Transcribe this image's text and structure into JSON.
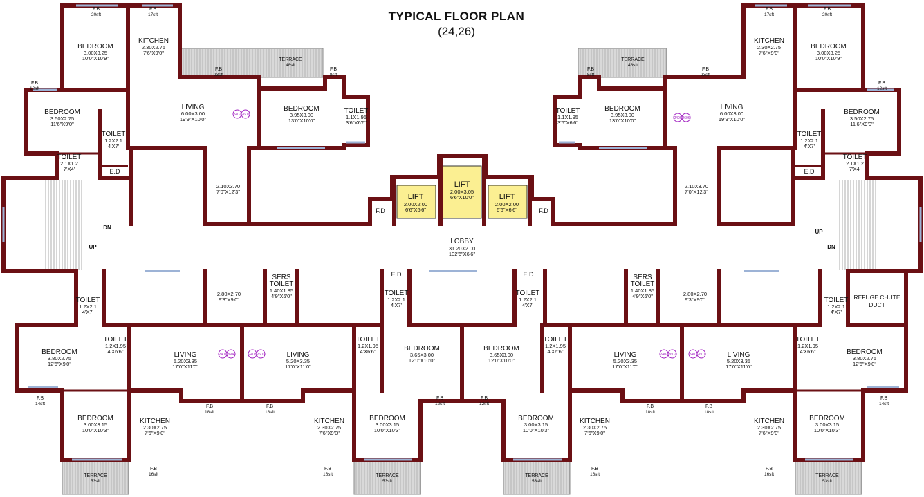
{
  "title": "TYPICAL FLOOR PLAN",
  "subtitle": "(24,26)",
  "lobby": {
    "name": "LOBBY",
    "dim": "31.20X2.00",
    "ft": "102'6\"X6'6\""
  },
  "lifts": [
    {
      "name": "LIFT",
      "dim": "2.00X2.00",
      "ft": "6'6\"X6'6\""
    },
    {
      "name": "LIFT",
      "dim": "2.00X3.05",
      "ft": "6'6\"X10'0\""
    },
    {
      "name": "LIFT",
      "dim": "2.00X2.00",
      "ft": "6'6\"X6'6\""
    }
  ],
  "refuge": {
    "line1": "REFUGE CHUTE",
    "line2": "DUCT"
  },
  "labels": {
    "fd": "F.D",
    "ed": "E.D",
    "fb": "F.B",
    "terrace": "TERRACE",
    "up": "UP",
    "dn": "DN"
  },
  "rooms": [
    {
      "name": "BEDROOM",
      "dim": "3.00X3.25",
      "ft": "10'0\"X10'9\""
    },
    {
      "name": "KITCHEN",
      "dim": "2.30X2.75",
      "ft": "7'6\"X9'0\""
    },
    {
      "name": "BEDROOM",
      "dim": "3.50X2.75",
      "ft": "11'6\"X9'0\""
    },
    {
      "name": "LIVING",
      "dim": "6.00X3.00",
      "ft": "19'9\"X10'0\""
    },
    {
      "name": "BEDROOM",
      "dim": "3.95X3.00",
      "ft": "13'0\"X10'0\""
    },
    {
      "name": "TOILET",
      "dim": "1.1X1.95",
      "ft": "3'6\"X6'6\""
    },
    {
      "name": "TOILET",
      "dim": "1.2X2.1",
      "ft": "4'X7'"
    },
    {
      "name": "TOILET",
      "dim": "2.1X1.2",
      "ft": "7'X4'"
    },
    {
      "name": "",
      "dim": "2.10X3.70",
      "ft": "7'0\"X12'3\""
    },
    {
      "name": "KITCHEN",
      "dim": "2.30X2.75",
      "ft": "7'6\"X9'0\""
    },
    {
      "name": "BEDROOM",
      "dim": "3.00X3.25",
      "ft": "10'0\"X10'9\""
    },
    {
      "name": "TOILET",
      "dim": "1.1X1.95",
      "ft": "3'6\"X6'6\""
    },
    {
      "name": "BEDROOM",
      "dim": "3.95X3.00",
      "ft": "13'0\"X10'0\""
    },
    {
      "name": "LIVING",
      "dim": "6.00X3.00",
      "ft": "19'9\"X10'0\""
    },
    {
      "name": "BEDROOM",
      "dim": "3.50X2.75",
      "ft": "11'6\"X9'0\""
    },
    {
      "name": "TOILET",
      "dim": "1.2X2.1",
      "ft": "4'X7'"
    },
    {
      "name": "TOILET",
      "dim": "2.1X1.2",
      "ft": "7'X4'"
    },
    {
      "name": "",
      "dim": "2.10X3.70",
      "ft": "7'0\"X12'3\""
    },
    {
      "name": "TOILET",
      "dim": "1.2X2.1",
      "ft": "4'X7'"
    },
    {
      "name": "BEDROOM",
      "dim": "3.80X2.75",
      "ft": "12'6\"X9'0\""
    },
    {
      "name": "TOILET",
      "dim": "1.2X1.95",
      "ft": "4'X6'6\""
    },
    {
      "name": "LIVING",
      "dim": "5.20X3.35",
      "ft": "17'0\"X11'0\""
    },
    {
      "name": "",
      "dim": "2.80X2.70",
      "ft": "9'3\"X9'0\""
    },
    {
      "name": "SERS TOILET",
      "dim": "1.40X1.85",
      "ft": "4'9\"X6'0\""
    },
    {
      "name": "LIVING",
      "dim": "5.20X3.35",
      "ft": "17'0\"X11'0\""
    },
    {
      "name": "TOILET",
      "dim": "1.2X1.95",
      "ft": "4'X6'6\""
    },
    {
      "name": "TOILET",
      "dim": "1.2X2.1",
      "ft": "4'X7'"
    },
    {
      "name": "BEDROOM",
      "dim": "3.65X3.00",
      "ft": "12'0\"X10'0\""
    },
    {
      "name": "BEDROOM",
      "dim": "3.65X3.00",
      "ft": "12'0\"X10'0\""
    },
    {
      "name": "TOILET",
      "dim": "1.2X2.1",
      "ft": "4'X7'"
    },
    {
      "name": "TOILET",
      "dim": "1.2X1.95",
      "ft": "4'X6'6\""
    },
    {
      "name": "SERS TOILET",
      "dim": "1.40X1.85",
      "ft": "4'9\"X6'0\""
    },
    {
      "name": "",
      "dim": "2.80X2.70",
      "ft": "9'3\"X9'0\""
    },
    {
      "name": "LIVING",
      "dim": "5.20X3.35",
      "ft": "17'0\"X11'0\""
    },
    {
      "name": "LIVING",
      "dim": "5.20X3.35",
      "ft": "17'0\"X11'0\""
    },
    {
      "name": "TOILET",
      "dim": "1.2X1.95",
      "ft": "4'X6'6\""
    },
    {
      "name": "TOILET",
      "dim": "1.2X2.1",
      "ft": "4'X7'"
    },
    {
      "name": "BEDROOM",
      "dim": "3.80X2.75",
      "ft": "12'6\"X9'0\""
    },
    {
      "name": "BEDROOM",
      "dim": "3.00X3.15",
      "ft": "10'0\"X10'3\""
    },
    {
      "name": "KITCHEN",
      "dim": "2.30X2.75",
      "ft": "7'6\"X9'0\""
    },
    {
      "name": "KITCHEN",
      "dim": "2.30X2.75",
      "ft": "7'6\"X9'0\""
    },
    {
      "name": "BEDROOM",
      "dim": "3.00X3.15",
      "ft": "10'0\"X10'3\""
    },
    {
      "name": "BEDROOM",
      "dim": "3.00X3.15",
      "ft": "10'0\"X10'3\""
    },
    {
      "name": "KITCHEN",
      "dim": "2.30X2.75",
      "ft": "7'6\"X9'0\""
    },
    {
      "name": "KITCHEN",
      "dim": "2.30X2.75",
      "ft": "7'6\"X9'0\""
    },
    {
      "name": "BEDROOM",
      "dim": "3.00X3.15",
      "ft": "10'0\"X10'3\""
    }
  ],
  "fb_areas": [
    "20sft",
    "17sft",
    "23sft",
    "8sft",
    "12sft",
    "17sft",
    "20sft",
    "23sft",
    "8sft",
    "12sft",
    "14sft",
    "18sft",
    "18sft",
    "12sft",
    "12sft",
    "18sft",
    "18sft",
    "14sft",
    "16sft",
    "16sft",
    "16sft",
    "16sft"
  ],
  "terraces": [
    "48sft",
    "48sft",
    "53sft",
    "53sft",
    "53sft",
    "53sft"
  ],
  "unit_numbers": [
    "2402",
    "2602",
    "2406",
    "2606",
    "2401",
    "2604",
    "2403",
    "2603",
    "2402",
    "2602",
    "2401",
    "2601"
  ],
  "colors": {
    "wall": "#6b1014",
    "lift": "#fbef92",
    "badge": "#a020c0",
    "window": "#9db3d6",
    "terrace": "#d9d9d9"
  }
}
